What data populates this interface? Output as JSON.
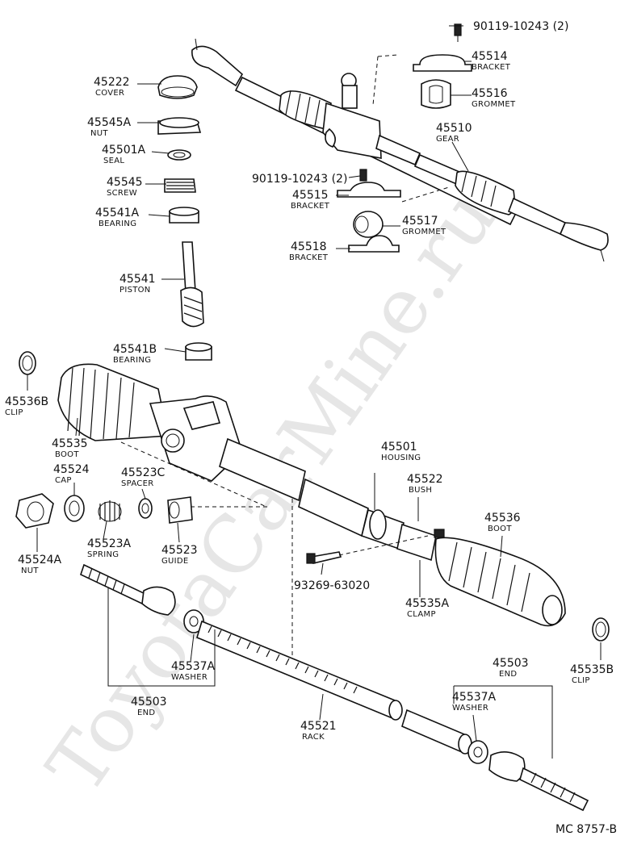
{
  "watermark": "ToyotaCarMine.ru",
  "diagram_code": "MC 8757-B",
  "parts": {
    "p90119_top": {
      "number": "90119-10243 (2)",
      "name": ""
    },
    "p45514": {
      "number": "45514",
      "name": "BRACKET"
    },
    "p45516": {
      "number": "45516",
      "name": "GROMMET"
    },
    "p45510": {
      "number": "45510",
      "name": "GEAR"
    },
    "p90119_mid": {
      "number": "90119-10243 (2)",
      "name": ""
    },
    "p45515": {
      "number": "45515",
      "name": "BRACKET"
    },
    "p45517": {
      "number": "45517",
      "name": "GROMMET"
    },
    "p45518": {
      "number": "45518",
      "name": "BRACKET"
    },
    "p45222": {
      "number": "45222",
      "name": "COVER"
    },
    "p45545A": {
      "number": "45545A",
      "name": "NUT"
    },
    "p45501A": {
      "number": "45501A",
      "name": "SEAL"
    },
    "p45545": {
      "number": "45545",
      "name": "SCREW"
    },
    "p45541A": {
      "number": "45541A",
      "name": "BEARING"
    },
    "p45541": {
      "number": "45541",
      "name": "PISTON"
    },
    "p45541B": {
      "number": "45541B",
      "name": "BEARING"
    },
    "p45536B": {
      "number": "45536B",
      "name": "CLIP"
    },
    "p45535": {
      "number": "45535",
      "name": "BOOT"
    },
    "p45524": {
      "number": "45524",
      "name": "CAP"
    },
    "p45523C": {
      "number": "45523C",
      "name": "SPACER"
    },
    "p45524A": {
      "number": "45524A",
      "name": "NUT"
    },
    "p45523A": {
      "number": "45523A",
      "name": "SPRING"
    },
    "p45523": {
      "number": "45523",
      "name": "GUIDE"
    },
    "p45501": {
      "number": "45501",
      "name": "HOUSING"
    },
    "p45522": {
      "number": "45522",
      "name": "BUSH"
    },
    "p45536": {
      "number": "45536",
      "name": "BOOT"
    },
    "p93269": {
      "number": "93269-63020",
      "name": ""
    },
    "p45535A": {
      "number": "45535A",
      "name": "CLAMP"
    },
    "p45537A_l": {
      "number": "45537A",
      "name": "WASHER"
    },
    "p45503_l": {
      "number": "45503",
      "name": "END"
    },
    "p45521": {
      "number": "45521",
      "name": "RACK"
    },
    "p45503_r": {
      "number": "45503",
      "name": "END"
    },
    "p45537A_r": {
      "number": "45537A",
      "name": "WASHER"
    },
    "p45535B": {
      "number": "45535B",
      "name": "CLIP"
    }
  }
}
